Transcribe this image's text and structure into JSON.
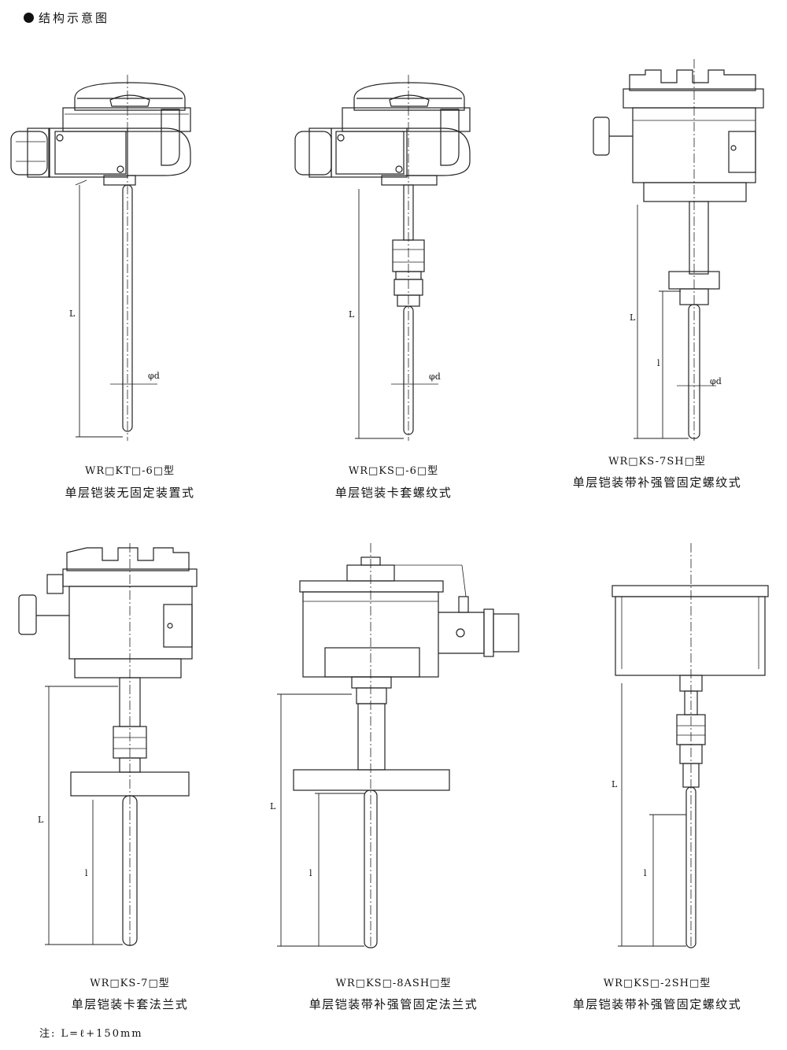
{
  "header": {
    "title": "结构示意图"
  },
  "figures": [
    {
      "model": "WR□KT□-6□型",
      "description": "单层铠装无固定装置式",
      "dim_length": "L",
      "dim_diameter": "φd"
    },
    {
      "model": "WR□KS□-6□型",
      "description": "单层铠装卡套螺纹式",
      "dim_length": "L",
      "dim_diameter": "φd"
    },
    {
      "model": "WR□KS-7SH□型",
      "description": "单层铠装带补强管固定螺纹式",
      "dim_length": "L",
      "dim_insert": "l",
      "dim_diameter": "φd"
    },
    {
      "model": "WR□KS-7□型",
      "description": "单层铠装卡套法兰式",
      "dim_length": "L",
      "dim_insert": "l"
    },
    {
      "model": "WR□KS□-8ASH□型",
      "description": "单层铠装带补强管固定法兰式",
      "dim_length": "L",
      "dim_insert": "l"
    },
    {
      "model": "WR□KS□-2SH□型",
      "description": "单层铠装带补强管固定螺纹式",
      "dim_length": "L",
      "dim_insert": "l"
    }
  ],
  "note": "注: L=ℓ+150mm"
}
